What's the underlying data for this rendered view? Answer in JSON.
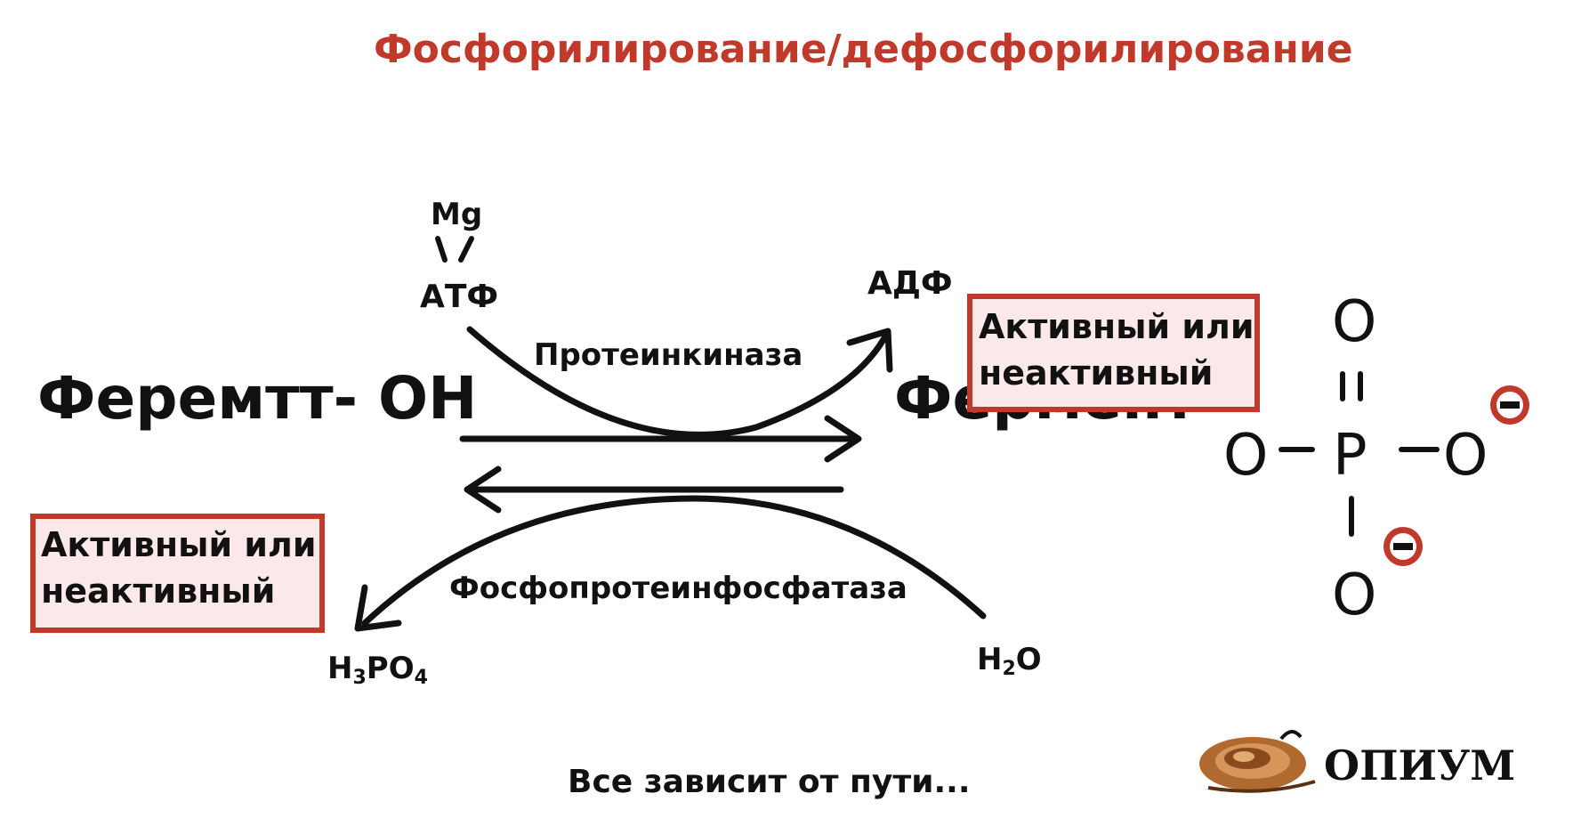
{
  "title": "Фосфорилирование/дефосфорилирование",
  "left_enzyme": "Феремтт- ОН",
  "right_enzyme": "Фермент -",
  "cofactor": "Mg",
  "atp": "АТФ",
  "adp": "АДФ",
  "kinase": "Протеинкиназа",
  "phosphatase": "Фосфопротеинфосфатаза",
  "h3po4": {
    "h": "H",
    "sub1": "3",
    "po": "PO",
    "sub2": "4"
  },
  "h2o": {
    "h": "H",
    "sub1": "2",
    "o": "O"
  },
  "box_right": {
    "line1": "Активный или",
    "line2": "неактивный"
  },
  "box_left": {
    "line1": "Активный или",
    "line2": "неактивный"
  },
  "phosphate": {
    "o_top": "O",
    "o_left": "O",
    "p": "P",
    "o_right": "O",
    "o_bottom": "O",
    "charge": "−"
  },
  "footer": "Все зависит от пути...",
  "logo": "ОПИУМ",
  "colors": {
    "title": "#c0392b",
    "box_border": "#c0392b",
    "box_fill": "#fbe9e9",
    "charge_fill": "#c0392b",
    "logo": "#8b5a2b"
  }
}
